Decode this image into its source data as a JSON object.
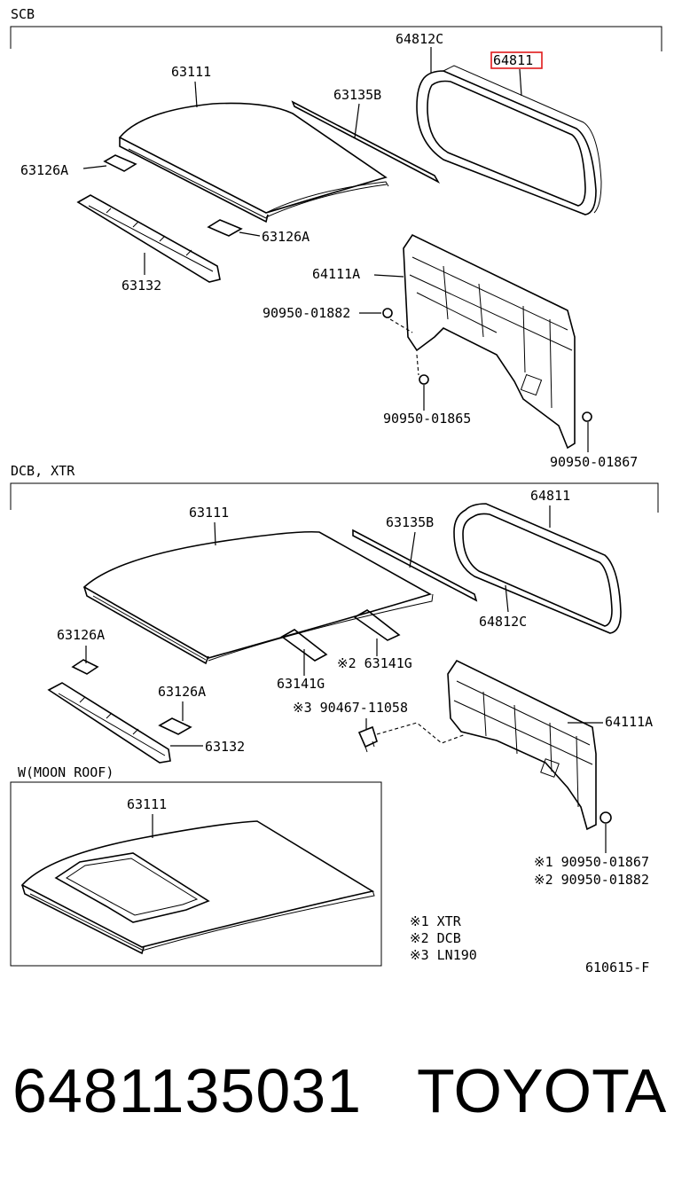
{
  "sections": {
    "top": {
      "title": "SCB"
    },
    "middle": {
      "title": "DCB, XTR"
    },
    "moonroof": {
      "title": "W(MOON  ROOF)"
    }
  },
  "top_labels": {
    "roof_panel": "63111",
    "front_header": "63135B",
    "glass_frame": "64812C",
    "back_glass": "64811",
    "silencer_a": "63126A",
    "silencer_b": "63126A",
    "rear_header": "63132",
    "back_panel": "64111A",
    "clip_1": "90950-01882",
    "clip_2": "90950-01865",
    "clip_3": "90950-01867"
  },
  "middle_labels": {
    "roof_panel": "63111",
    "front_header": "63135B",
    "back_glass": "64811",
    "glass_frame": "64812C",
    "silencer_a": "63126A",
    "silencer_b": "63126A",
    "bow_g1": "63141G",
    "bow_g2": "※2 63141G",
    "rear_header": "63132",
    "clip_lh": "※3 90467-11058",
    "back_panel": "64111A",
    "plug_1": "※1 90950-01867",
    "plug_2": "※2 90950-01882"
  },
  "moonroof_labels": {
    "roof_panel": "63111"
  },
  "notes": [
    "※1 XTR",
    "※2 DCB",
    "※3 LN190"
  ],
  "diagram_code": "610615-F",
  "highlight": {
    "part": "64811",
    "color": "#e0191b"
  },
  "footer": {
    "part_number": "6481135031",
    "brand": "TOYOTA"
  }
}
